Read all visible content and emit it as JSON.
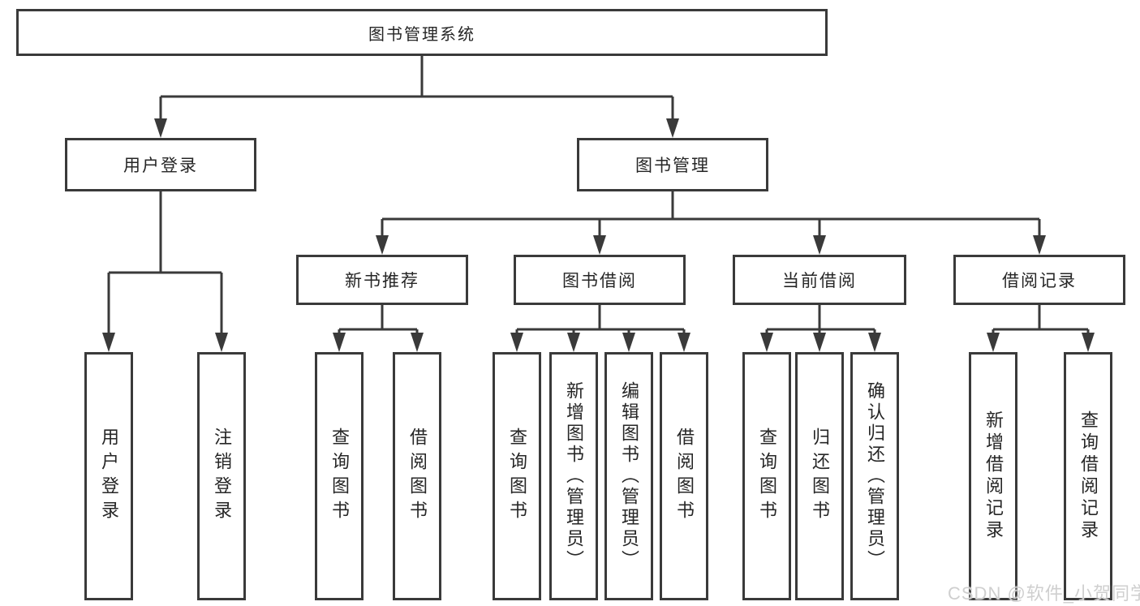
{
  "diagram": {
    "root": {
      "label": "图书管理系统"
    },
    "branches": [
      {
        "label": "用户登录",
        "children": [
          {
            "label": "用户登录"
          },
          {
            "label": "注销登录"
          }
        ]
      },
      {
        "label": "图书管理",
        "children": [
          {
            "label": "新书推荐",
            "children": [
              {
                "label": "查询图书"
              },
              {
                "label": "借阅图书"
              }
            ]
          },
          {
            "label": "图书借阅",
            "children": [
              {
                "label": "查询图书"
              },
              {
                "label": "新增图书（管理员）"
              },
              {
                "label": "编辑图书（管理员）"
              },
              {
                "label": "借阅图书"
              }
            ]
          },
          {
            "label": "当前借阅",
            "children": [
              {
                "label": "查询图书"
              },
              {
                "label": "归还图书"
              },
              {
                "label": "确认归还（管理员）"
              }
            ]
          },
          {
            "label": "借阅记录",
            "children": [
              {
                "label": "新增借阅记录"
              },
              {
                "label": "查询借阅记录"
              }
            ]
          }
        ]
      }
    ]
  },
  "watermark": {
    "text": "CSDN @软件_小贺同学"
  },
  "colors": {
    "line": "#3a3a3a",
    "box_border": "#3a3a3a",
    "box_fill": "#ffffff",
    "text": "#262626",
    "background": "#ffffff",
    "watermark": "#cfcfcf"
  }
}
